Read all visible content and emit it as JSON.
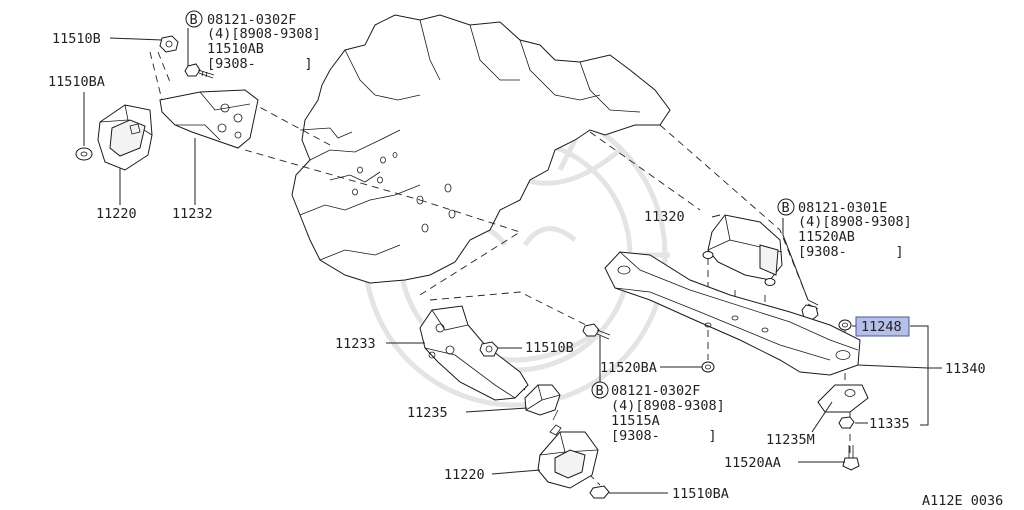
{
  "diagram_code": "A112E 0036",
  "callouts": {
    "bolt_note_top": {
      "circle": "B",
      "part": "08121-0302F",
      "qty_range": "(4)[8908-9308]",
      "alt": "11510AB",
      "alt_range": "[9308-      ]"
    },
    "bolt_note_right": {
      "circle": "B",
      "part": "08121-0301E",
      "qty_range": "(4)[8908-9308]",
      "alt": "11520AB",
      "alt_range": "[9308-      ]"
    },
    "bolt_note_bottom": {
      "circle": "B",
      "part": "08121-0302F",
      "qty_range": "(4)[8908-9308]",
      "alt": "11515A",
      "alt_range": "[9308-      ]"
    }
  },
  "labels": {
    "p11510B_top": "11510B",
    "p11510BA_left": "11510BA",
    "p11220_left": "11220",
    "p11232": "11232",
    "p11320": "11320",
    "p11248": "11248",
    "p11340": "11340",
    "p11335": "11335",
    "p11235M": "11235M",
    "p11520AA": "11520AA",
    "p11520BA": "11520BA",
    "p11233": "11233",
    "p11510B_mid": "11510B",
    "p11235": "11235",
    "p11220_bottom": "11220",
    "p11510BA_bottom": "11510BA"
  },
  "highlight_color": "#b5bfe8"
}
